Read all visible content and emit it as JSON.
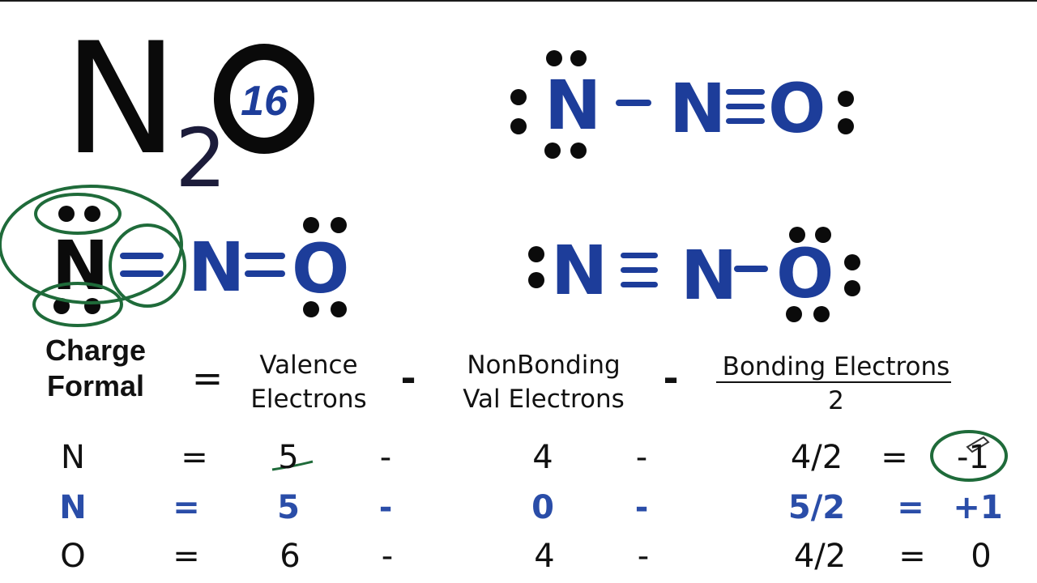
{
  "molecule": {
    "formula_main": "N",
    "formula_subscript": "2",
    "formula_tail": "O",
    "valence_count": "16"
  },
  "structures": {
    "s1": {
      "atom_1": "N",
      "bond_1": "—",
      "atom_2": "N",
      "bond_2": "≡",
      "atom_3": "O"
    },
    "s2": {
      "atom_1": "N",
      "bond_1": "=",
      "atom_2": "N",
      "bond_2": "=",
      "atom_3": "O"
    },
    "s3": {
      "atom_1": "N",
      "bond_1": "≡",
      "atom_2": "N",
      "bond_2": "—",
      "atom_3": "O"
    }
  },
  "header": {
    "term_1": "Charge",
    "term_2": "Formal",
    "equals": "=",
    "valence_line_1": "Valence",
    "valence_line_2": "Electrons",
    "minus_1": "-",
    "nonbonding_line_1": "NonBonding",
    "nonbonding_line_2": "Val Electrons",
    "minus_2": "-",
    "bonding_numerator": "Bonding Electrons",
    "bonding_denominator": "2"
  },
  "rows": [
    {
      "atom": "N",
      "eq": "=",
      "valence": "5",
      "m1": "-",
      "nonbonding": "4",
      "m2": "-",
      "bonding": "4/2",
      "eq2": "=",
      "result": "-1"
    },
    {
      "atom": "N",
      "eq": "=",
      "valence": "5",
      "m1": "-",
      "nonbonding": "0",
      "m2": "-",
      "bonding": "5/2",
      "eq2": "=",
      "result": "+1"
    },
    {
      "atom": "O",
      "eq": "=",
      "valence": "6",
      "m1": "-",
      "nonbonding": "4",
      "m2": "-",
      "bonding": "4/2",
      "eq2": "=",
      "result": "0"
    }
  ],
  "colors": {
    "ink_black": "#0b0b0b",
    "atom_blue": "#1d3d9a",
    "row_blue": "#2a4da8",
    "annotation_green": "#1f6b3a"
  }
}
